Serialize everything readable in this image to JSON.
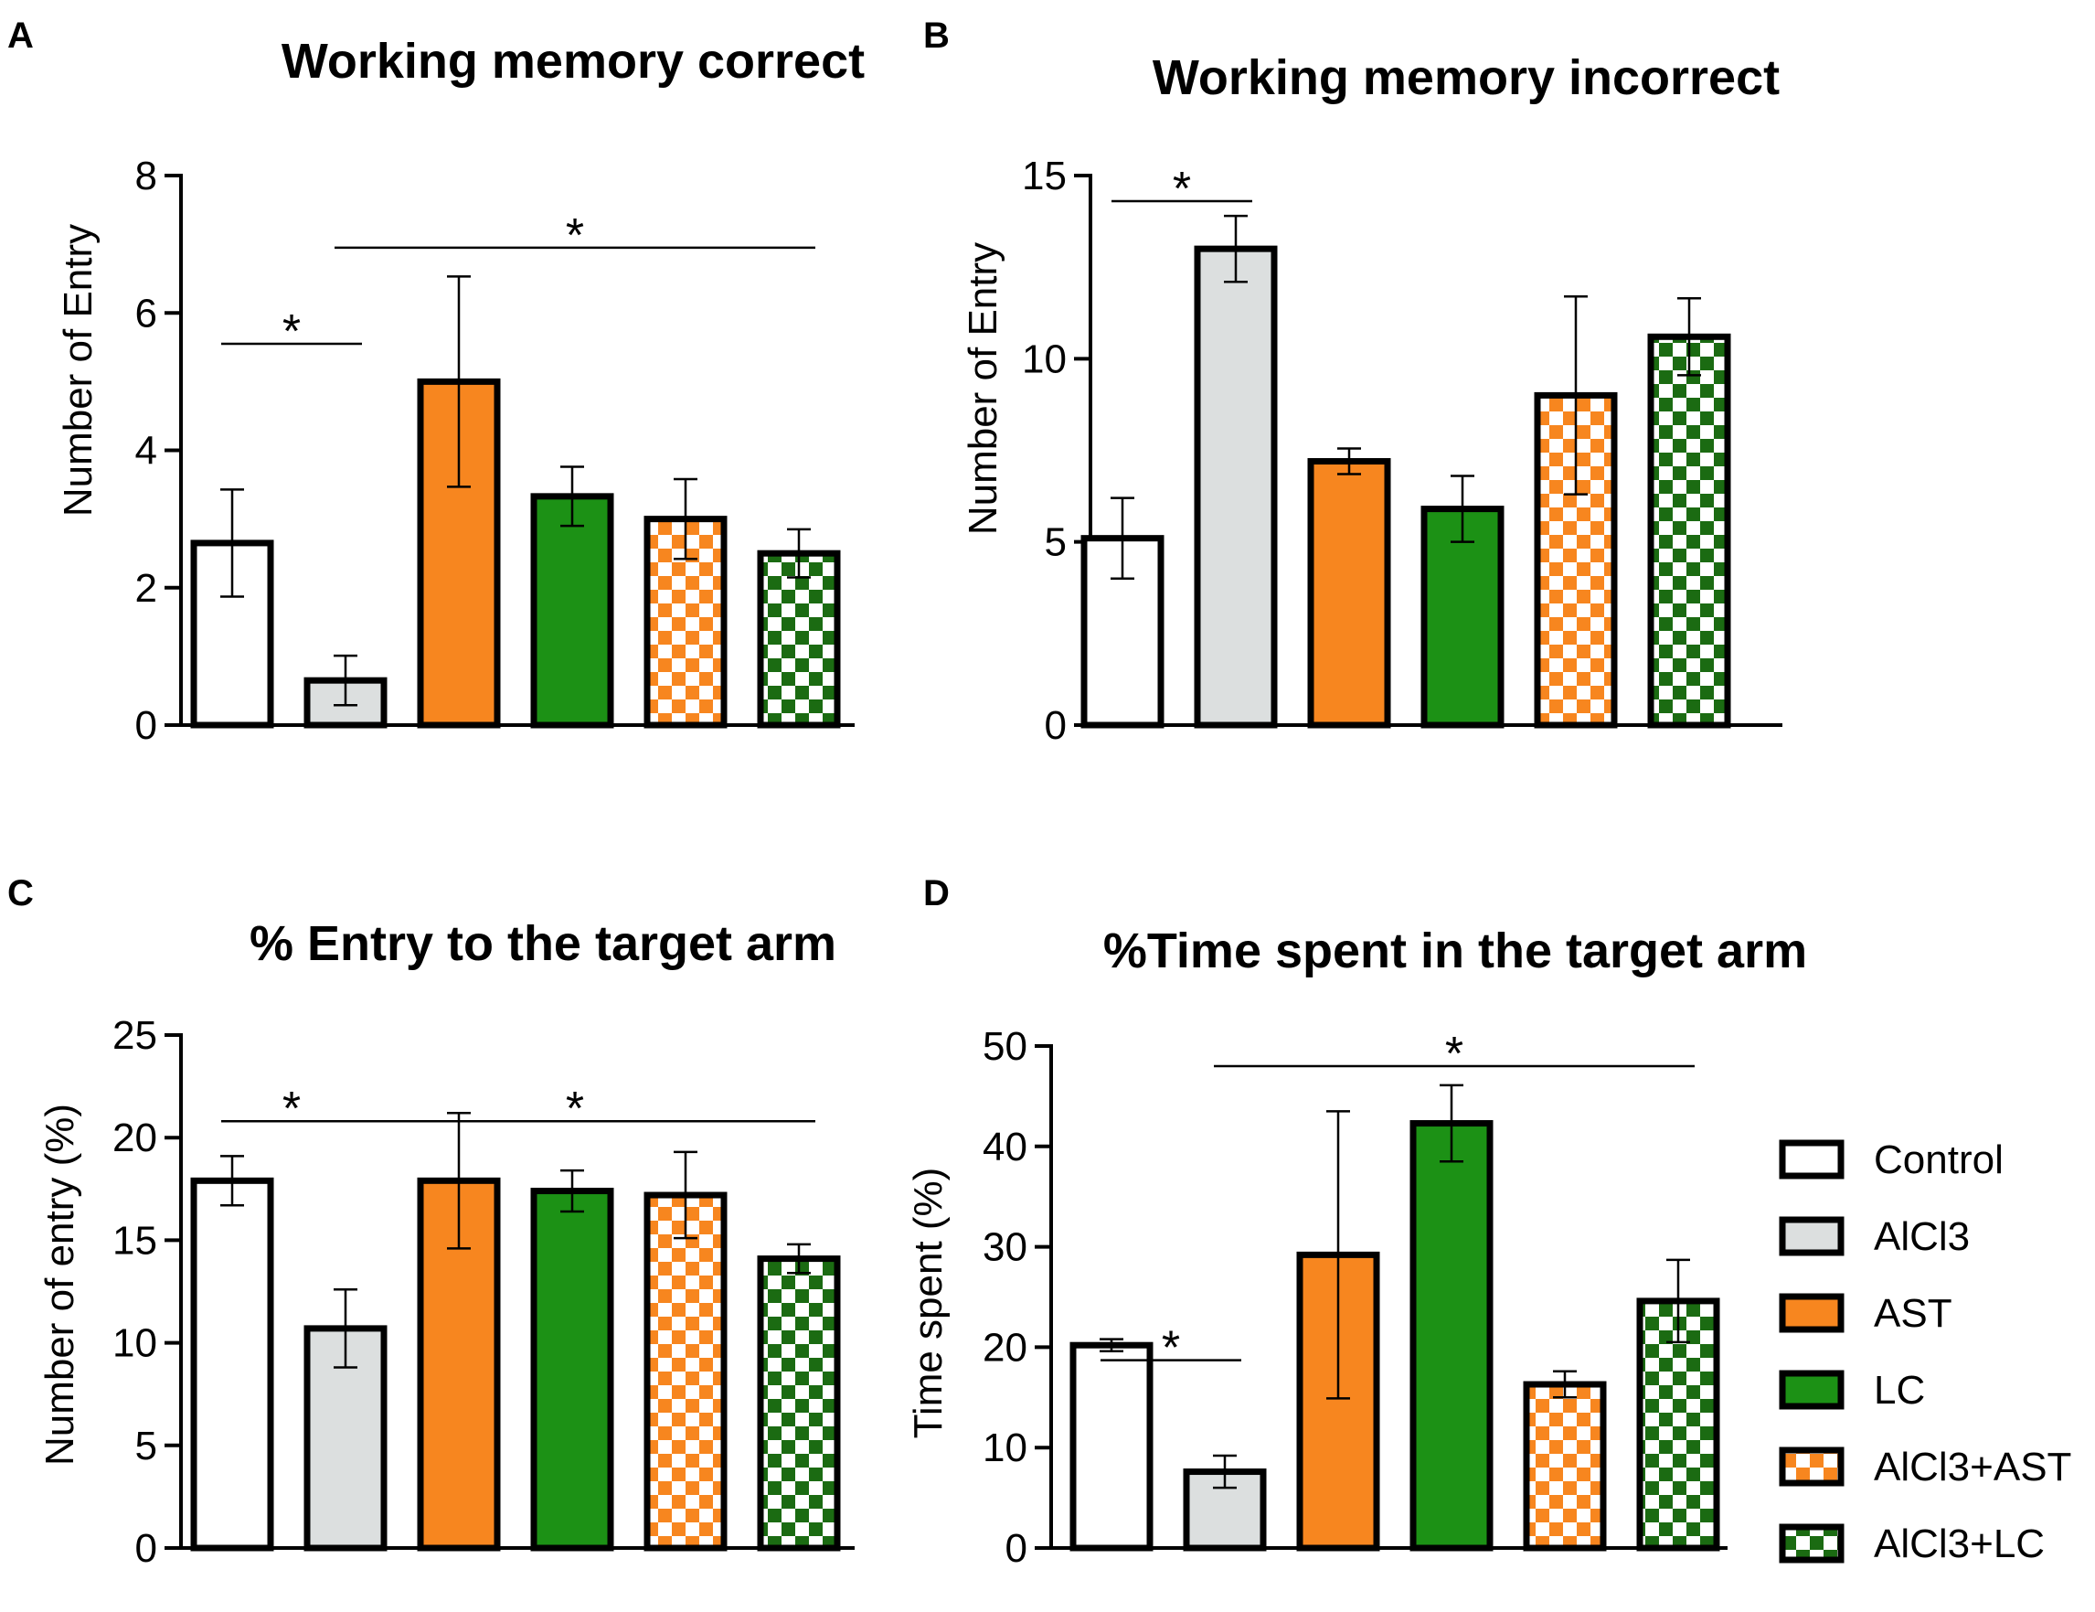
{
  "colors": {
    "Control": "#ffffff",
    "AlCl3": "#dcdfdf",
    "AST": "#f7861f",
    "LC": "#1c9115",
    "AlCl3+AST_a": "#f7861f",
    "AlCl3+AST_b": "#ffffff",
    "AlCl3+LC_a": "#1b6b12",
    "AlCl3+LC_b": "#ffffff",
    "outline": "#000000"
  },
  "legend": {
    "items": [
      {
        "label": "Control",
        "fill": "solid",
        "color": "#ffffff"
      },
      {
        "label": "AlCl3",
        "fill": "solid",
        "color": "#dcdfdf"
      },
      {
        "label": "AST",
        "fill": "solid",
        "color": "#f7861f"
      },
      {
        "label": "LC",
        "fill": "solid",
        "color": "#1c9115"
      },
      {
        "label": "AlCl3+AST",
        "fill": "checker",
        "color": "#f7861f"
      },
      {
        "label": "AlCl3+LC",
        "fill": "checker",
        "color": "#1b6b12"
      }
    ]
  },
  "chart_data": [
    {
      "panel": "A",
      "type": "bar",
      "title": "Working memory correct",
      "ylabel": "Number of Entry",
      "ylim": [
        0,
        8
      ],
      "yticks": [
        0,
        2,
        4,
        6,
        8
      ],
      "categories": [
        "Control",
        "AlCl3",
        "AST",
        "LC",
        "AlCl3+AST",
        "AlCl3+LC"
      ],
      "values": [
        2.65,
        0.65,
        5.0,
        3.33,
        3.0,
        2.5
      ],
      "errors": [
        0.78,
        0.36,
        1.53,
        0.43,
        0.58,
        0.35
      ],
      "significance": [
        {
          "from": 0,
          "to": 1,
          "y": 5.55,
          "label": "*"
        },
        {
          "from": 1,
          "to": 5,
          "y": 6.95,
          "label": "*"
        }
      ]
    },
    {
      "panel": "B",
      "type": "bar",
      "title": "Working memory incorrect",
      "ylabel": "Number of Entry",
      "ylim": [
        0,
        15
      ],
      "yticks": [
        0,
        5,
        10,
        15
      ],
      "categories": [
        "Control",
        "AlCl3",
        "AST",
        "LC",
        "AlCl3+AST",
        "AlCl3+LC"
      ],
      "values": [
        5.1,
        13.0,
        7.2,
        5.9,
        9.0,
        10.6
      ],
      "errors": [
        1.1,
        0.9,
        0.35,
        0.9,
        2.7,
        1.05
      ],
      "significance": [
        {
          "from": 0,
          "to": 1,
          "y": 14.3,
          "label": "*"
        }
      ]
    },
    {
      "panel": "C",
      "type": "bar",
      "title": "% Entry to the target arm",
      "ylabel": "Number of entry (%)",
      "ylim": [
        0,
        25
      ],
      "yticks": [
        0,
        5,
        10,
        15,
        20,
        25
      ],
      "categories": [
        "Control",
        "AlCl3",
        "AST",
        "LC",
        "AlCl3+AST",
        "AlCl3+LC"
      ],
      "values": [
        17.9,
        10.7,
        17.9,
        17.4,
        17.2,
        14.1
      ],
      "errors": [
        1.2,
        1.9,
        3.3,
        1.0,
        2.1,
        0.7
      ],
      "significance": [
        {
          "from": 0,
          "to": 1,
          "y": 20.8,
          "label": "*"
        },
        {
          "from": 1,
          "to": 5,
          "y": 20.8,
          "label": "*"
        }
      ]
    },
    {
      "panel": "D",
      "type": "bar",
      "title": "%Time spent in the target arm",
      "ylabel": "Time spent (%)",
      "ylim": [
        0,
        50
      ],
      "yticks": [
        0,
        10,
        20,
        30,
        40,
        50
      ],
      "categories": [
        "Control",
        "AlCl3",
        "AST",
        "LC",
        "AlCl3+AST",
        "AlCl3+LC"
      ],
      "values": [
        20.2,
        7.6,
        29.2,
        42.3,
        16.3,
        24.6
      ],
      "errors": [
        0.6,
        1.6,
        14.3,
        3.8,
        1.3,
        4.1
      ],
      "significance": [
        {
          "from": 0,
          "to": 1,
          "y": 18.7,
          "label": "*"
        },
        {
          "from": 1,
          "to": 5,
          "y": 48.0,
          "label": "*"
        }
      ]
    }
  ]
}
